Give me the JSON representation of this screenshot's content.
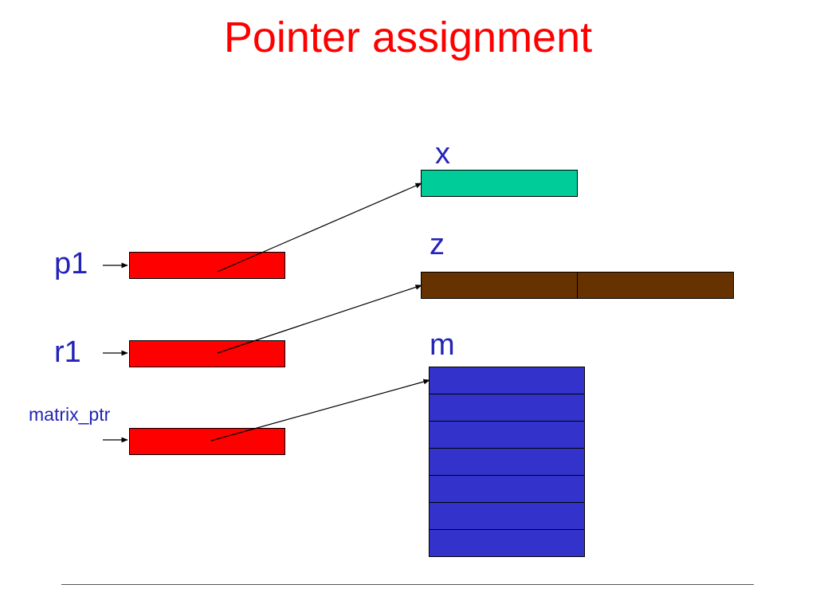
{
  "title": "Pointer assignment",
  "pointers": {
    "p1": "p1",
    "r1": "r1",
    "matrix_ptr": "matrix_ptr"
  },
  "targets": {
    "x": "x",
    "z": "z",
    "m": "m"
  },
  "colors": {
    "title": "#ff0000",
    "label": "#2323b8",
    "pointer_box": "#ff0000",
    "x_box": "#00cc99",
    "z_array": "#663300",
    "m_matrix": "#3333cc"
  },
  "structure": {
    "z_cells": 2,
    "m_rows": 7
  }
}
